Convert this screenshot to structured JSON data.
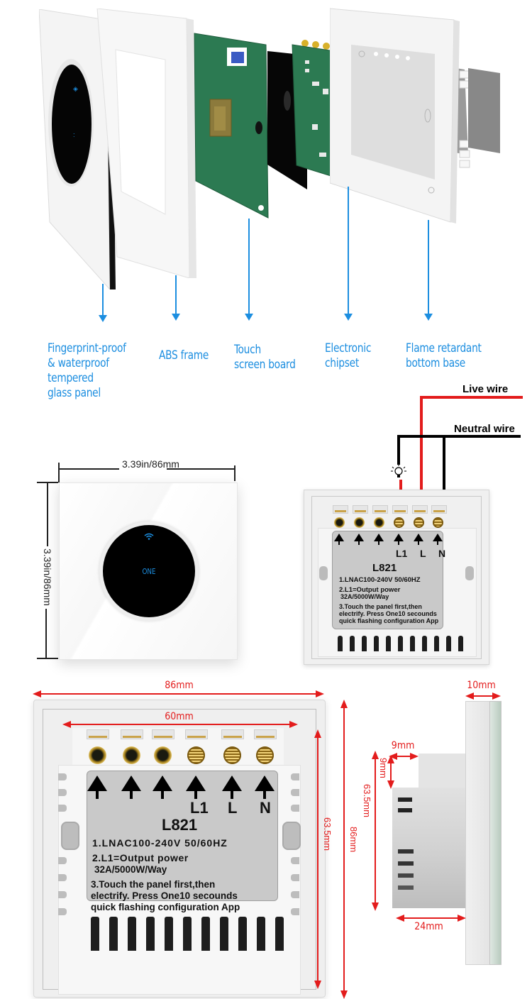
{
  "exploded_view": {
    "components": [
      {
        "id": "glass-panel",
        "label_lines": [
          "Fingerprint-proof",
          "& waterproof",
          "tempered",
          "glass panel"
        ]
      },
      {
        "id": "abs-frame",
        "label_lines": [
          "ABS frame"
        ]
      },
      {
        "id": "touch-board",
        "label_lines": [
          "Touch",
          "screen board"
        ]
      },
      {
        "id": "chipset",
        "label_lines": [
          "Electronic",
          "chipset"
        ]
      },
      {
        "id": "bottom-base",
        "label_lines": [
          "Flame retardant",
          "bottom base"
        ]
      }
    ],
    "accent_color": "#1c8ee0"
  },
  "front_view": {
    "width_label": "3.39in/86mm",
    "height_label": "3.39in/86mm",
    "button_text": "ONE",
    "wifi_icon": "wifi-icon"
  },
  "wiring": {
    "live_wire_label": "Live wire",
    "neutral_wire_label": "Neutral wire",
    "live_color": "#e31c1c",
    "neutral_color": "#000000",
    "lamp_icon": "light-bulb-icon"
  },
  "back_plate": {
    "model": "L821",
    "terminals": [
      "",
      "",
      "",
      "L1",
      "L",
      "N"
    ],
    "spec_1": "1.LNAC100-240V 50/60HZ",
    "spec_2_line1": "2.L1=Output power",
    "spec_2_line2": "32A/5000W/Way",
    "spec_3_line1": "3.Touch the panel first,then",
    "spec_3_line2": "electrify. Press One10 secounds",
    "spec_3_line3": "quick flashing configuration App"
  },
  "dimensions": {
    "outer_width": "86mm",
    "inner_width": "60mm",
    "inner_height": "63.5mm",
    "outer_height": "86mm",
    "side_panel_depth": "10mm",
    "step_width": "9mm",
    "step_height": "9mm",
    "side_height": "63.5mm",
    "body_depth": "24mm",
    "dim_color": "#e31c1c"
  }
}
